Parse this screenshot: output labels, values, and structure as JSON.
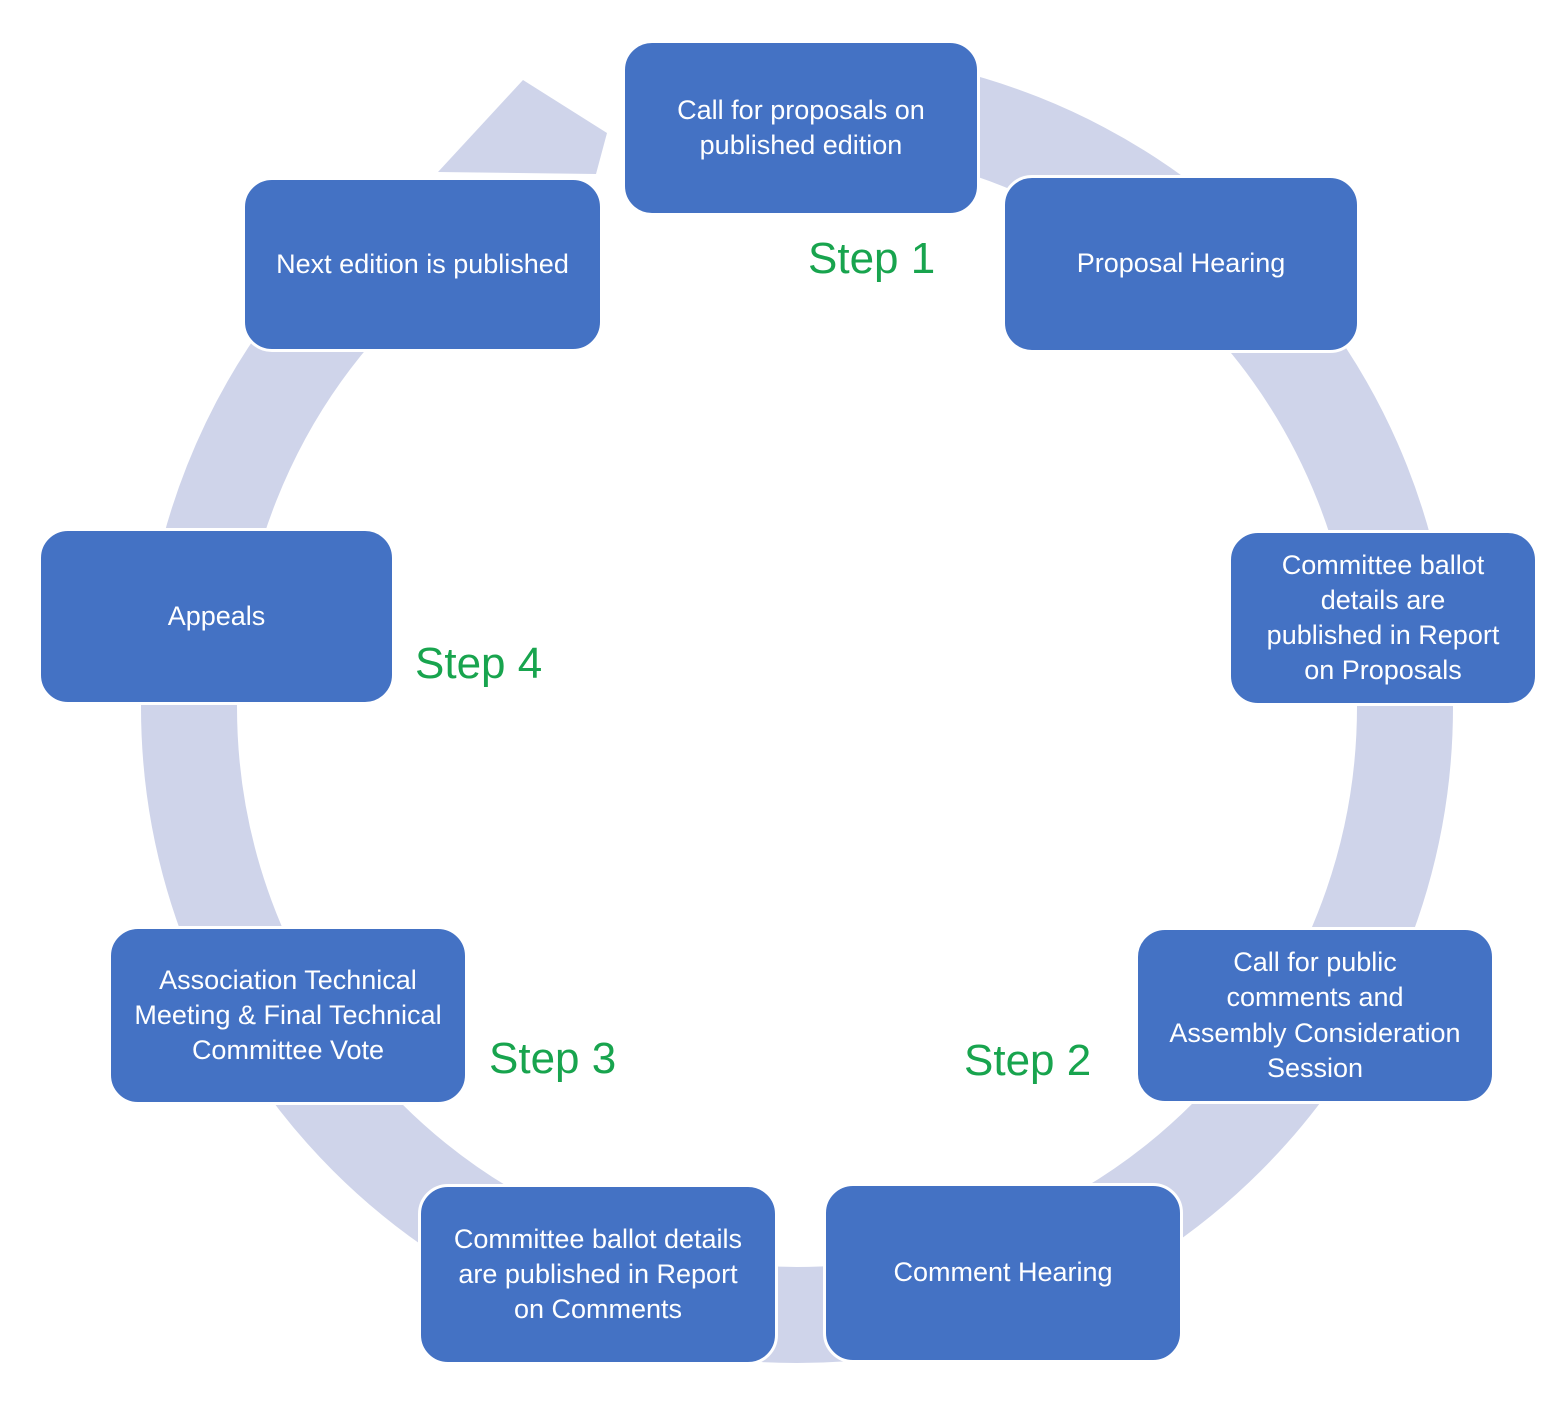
{
  "diagram": {
    "type": "cycle",
    "direction": "clockwise",
    "colors": {
      "node_fill": "#4472C4",
      "node_text": "#FFFFFF",
      "ring": "#CFD4EA",
      "step_label": "#18A44E",
      "background": "#FFFFFF"
    },
    "nodes": [
      {
        "id": "call-for-proposals",
        "label": "Call for proposals on\npublished edition"
      },
      {
        "id": "proposal-hearing",
        "label": "Proposal Hearing"
      },
      {
        "id": "ballot-report-proposals",
        "label": "Committee ballot\ndetails are\npublished in Report\non Proposals"
      },
      {
        "id": "public-comments",
        "label": "Call for public\ncomments and\nAssembly Consideration\nSession"
      },
      {
        "id": "comment-hearing",
        "label": "Comment Hearing"
      },
      {
        "id": "ballot-report-comments",
        "label": "Committee ballot details\nare published in Report\non Comments"
      },
      {
        "id": "association-technical",
        "label": "Association Technical\nMeeting & Final Technical\nCommittee Vote"
      },
      {
        "id": "appeals",
        "label": "Appeals"
      },
      {
        "id": "next-edition",
        "label": "Next edition is published"
      }
    ],
    "steps": [
      {
        "label": "Step 1"
      },
      {
        "label": "Step 2"
      },
      {
        "label": "Step 3"
      },
      {
        "label": "Step 4"
      }
    ]
  }
}
